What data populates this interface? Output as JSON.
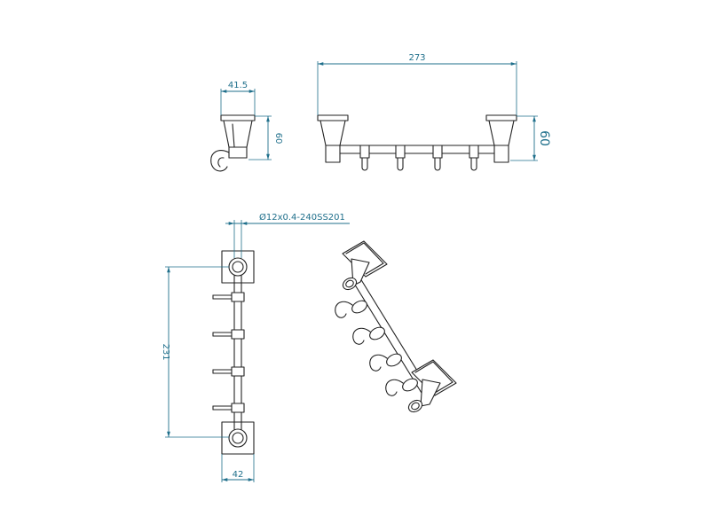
{
  "dimensions": {
    "side_width": "41.5",
    "side_height": "60",
    "front_length": "273",
    "front_height": "60",
    "tube_spec": "Ø12x0.4-240SS201",
    "plan_length": "231",
    "plan_width": "42"
  },
  "colors": {
    "dimension": "#1f6f8b",
    "outline": "#222222",
    "background": "#ffffff"
  }
}
